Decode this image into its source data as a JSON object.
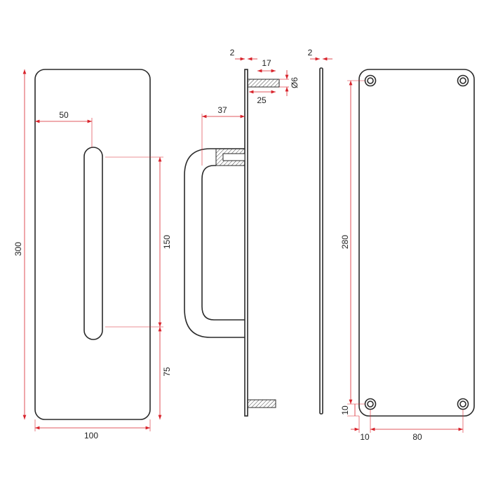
{
  "colors": {
    "outline": "#2a2a2a",
    "dimension": "#d8222a"
  },
  "front_view": {
    "height": "300",
    "slot_offset": "50",
    "slot_length": "150",
    "bottom_offset": "75",
    "width": "100"
  },
  "side_view": {
    "plate_thickness": "2",
    "screw_thread": "17",
    "screw_length": "25",
    "screw_diameter": "Ø6",
    "handle_projection": "37"
  },
  "plate_side_view": {
    "thickness": "2"
  },
  "back_view": {
    "hole_spacing_vertical": "280",
    "edge_offset_vertical": "10",
    "edge_offset_horizontal": "10",
    "hole_spacing_horizontal": "80"
  }
}
